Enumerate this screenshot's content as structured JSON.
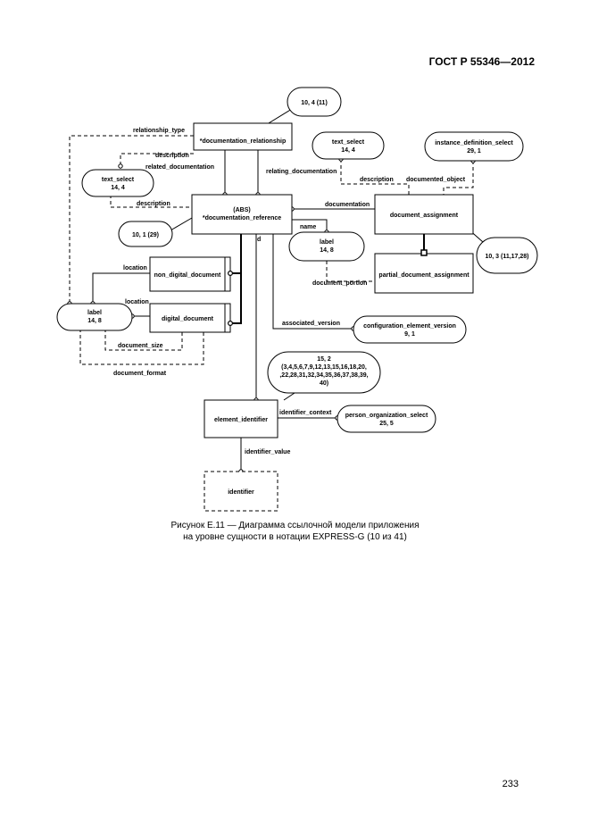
{
  "header": {
    "doc_code": "ГОСТ Р 55346—2012"
  },
  "page_number": "233",
  "caption": {
    "line1": "Рисунок Е.11 — Диаграмма ссылочной модели приложения",
    "line2": "на уровне сущности в нотации EXPRESS-G (10 из 41)"
  },
  "entities": {
    "documentation_relationship": "*documentation_relationship",
    "documentation_reference_abs": "(ABS)",
    "documentation_reference": "*documentation_reference",
    "document_assignment": "document_assignment",
    "partial_document_assignment": "partial_document_assignment",
    "non_digital_document": "non_digital_document",
    "digital_document": "digital_document",
    "element_identifier": "element_identifier",
    "identifier": "identifier"
  },
  "references": {
    "ref_10_4": "10, 4 (11)",
    "text_select_top_1": "text_select",
    "text_select_top_2": "14, 4",
    "instance_definition_select_1": "instance_definition_select",
    "instance_definition_select_2": "29, 1",
    "text_select_left_1": "text_select",
    "text_select_left_2": "14, 4",
    "ref_10_1": "10, 1 (29)",
    "label_right_1": "label",
    "label_right_2": "14, 8",
    "ref_10_3": "10, 3 (11,17,28)",
    "label_left_1": "label",
    "label_left_2": "14, 8",
    "config_element_version_1": "configuration_element_version",
    "config_element_version_2": "9, 1",
    "ref_15_2_l1": "15, 2",
    "ref_15_2_l2": "(3,4,5,6,7,9,12,13,15,16,18,20,",
    "ref_15_2_l3": ",22,28,31,32,34,35,36,37,38,39,",
    "ref_15_2_l4": "40)",
    "person_org_select_1": "person_organization_select",
    "person_org_select_2": "25, 5"
  },
  "attributes": {
    "relationship_type": "relationship_type",
    "description_a": "description",
    "related_documentation": "related_documentation",
    "relating_documentation": "relating_documentation",
    "description_b": "description",
    "documented_object": "documented_object",
    "description_c": "description",
    "documentation": "documentation",
    "name": "name",
    "document_portion": "document_portion",
    "location_a": "location",
    "location_b": "location",
    "id": "id",
    "associated_version": "associated_version",
    "document_size": "document_size",
    "document_format": "document_format",
    "identifier_context": "identifier_context",
    "identifier_value": "identifier_value"
  }
}
